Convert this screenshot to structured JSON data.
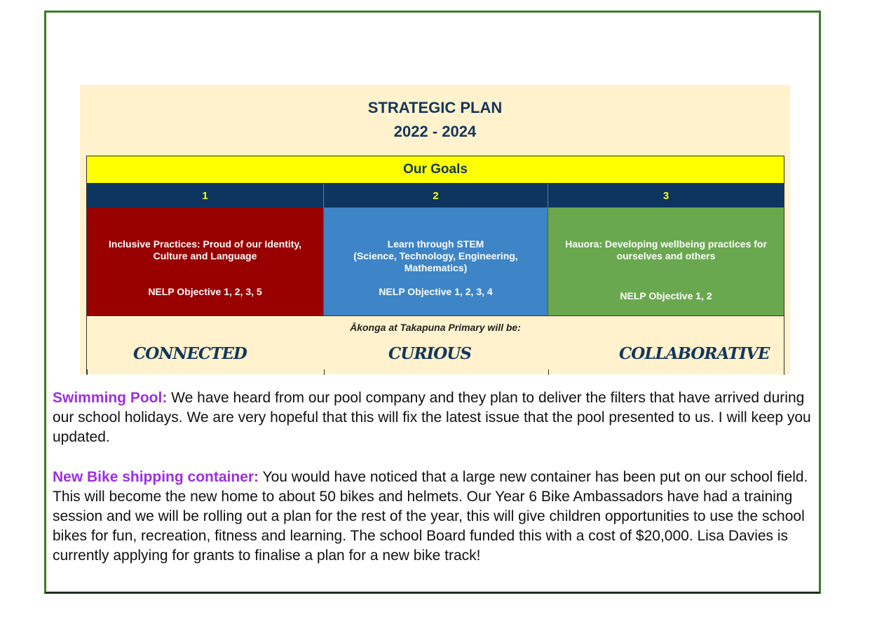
{
  "strategic_plan": {
    "title": "STRATEGIC PLAN",
    "years": "2022 - 2024",
    "goals_heading": "Our Goals",
    "goals": [
      {
        "number": "1",
        "text": "Inclusive Practices: Proud of our Identity,\nCulture and Language",
        "objective": "NELP Objective 1, 2, 3, 5",
        "color": "#990000"
      },
      {
        "number": "2",
        "text": "Learn through STEM\n(Science, Technology, Engineering,\nMathematics)",
        "objective": "NELP Objective 1, 2, 3, 4",
        "color": "#3d85c6"
      },
      {
        "number": "3",
        "text": "Hauora:  Developing wellbeing practices for\nourselves and others",
        "objective": "NELP Objective 1, 2",
        "color": "#6aa84f"
      }
    ],
    "akonga_line": "Ākonga at Takapuna Primary will be:",
    "values": [
      "CONNECTED",
      "CURIOUS",
      "COLLABORATIVE"
    ]
  },
  "paragraphs": [
    {
      "lead": "Swimming Pool:",
      "text": " We have heard from our pool company and they plan to deliver the filters that have arrived during our school holidays. We are very hopeful that this will fix the latest issue that the pool presented to us. I will keep you updated."
    },
    {
      "lead": "New Bike shipping container:",
      "text": " You would have noticed that a large new container has been put on our school field. This will become the new home to about 50 bikes and helmets. Our Year 6 Bike Ambassadors have had a training session and we will be rolling out a plan for the rest of the year, this will give children opportunities to use the school bikes for fun, recreation, fitness and learning. The school Board funded this with a cost of $20,000. Lisa Davies is currently applying for grants to finalise a plan for a new bike track!"
    }
  ],
  "colors": {
    "frame_border": "#3f7a2a",
    "plan_background": "#fff2cc",
    "heading_navy": "#14365d",
    "goals_yellow": "#ffff00",
    "lead_purple": "#9d2ee0"
  }
}
